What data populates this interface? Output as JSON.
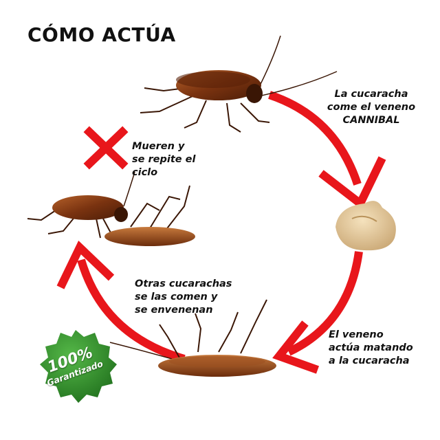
{
  "title": "CÓMO ACTÚA",
  "steps": {
    "eat": {
      "lines": [
        "La cucaracha",
        "come el veneno",
        "CANNIBAL"
      ]
    },
    "die": {
      "lines": [
        "Mueren y",
        "se repite el",
        "ciclo"
      ]
    },
    "others": {
      "lines": [
        "Otras cucarachas",
        "se las comen y",
        "se envenenan"
      ]
    },
    "kill": {
      "lines": [
        "El veneno",
        "actúa matando",
        "a la cucaracha"
      ]
    }
  },
  "badge": {
    "percent": "100%",
    "label": "Garantizado"
  },
  "colors": {
    "arrow": "#e8161b",
    "cross": "#e8161b",
    "badge_green": "#2f8f2a",
    "cockroach": "#8a3d14",
    "bait": "#e2c79a"
  },
  "icons": [
    "cross-icon",
    "cycle-arrow-icon",
    "cockroach-icon",
    "bait-icon",
    "guarantee-badge-icon"
  ]
}
